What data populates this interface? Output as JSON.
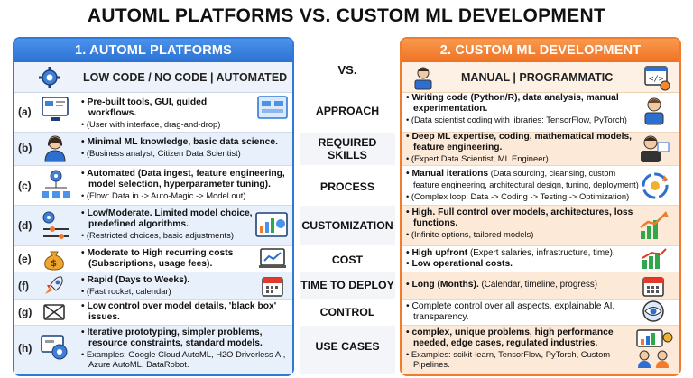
{
  "title": "AUTOML PLATFORMS VS. CUSTOM ML DEVELOPMENT",
  "vs": "VS.",
  "left": {
    "header": "1. AUTOML PLATFORMS",
    "subtitle": "LOW CODE / NO CODE | AUTOMATED",
    "rows": [
      {
        "label": "(a)",
        "main": "• Pre-built tools, GUI, guided workflows.",
        "sub": "• (User with interface, drag-and-drop)"
      },
      {
        "label": "(b)",
        "main": "• Minimal ML knowledge, basic data science.",
        "sub": "• (Business analyst, Citizen Data Scientist)"
      },
      {
        "label": "(c)",
        "main": "• Automated (Data ingest, feature engineering, model selection, hyperparameter tuning).",
        "sub": "• (Flow: Data in -> Auto-Magic -> Model out)"
      },
      {
        "label": "(d)",
        "main": "• Low/Moderate. Limited model choice, predefined algorithms.",
        "sub": "• (Restricted choices, basic adjustments)"
      },
      {
        "label": "(e)",
        "main": "• Moderate to High recurring costs (Subscriptions, usage fees).",
        "sub": ""
      },
      {
        "label": "(f)",
        "main": "• Rapid (Days to Weeks).",
        "sub": "• (Fast rocket, calendar)"
      },
      {
        "label": "(g)",
        "main": "• Low control over model details, 'black box' issues.",
        "sub": ""
      },
      {
        "label": "(h)",
        "main": "• Iterative prototyping, simpler problems, resource constraints, standard models.",
        "sub": "• Examples: Google Cloud AutoML, H2O Driverless AI, Azure AutoML, DataRobot."
      }
    ]
  },
  "middle": [
    "APPROACH",
    "REQUIRED SKILLS",
    "PROCESS",
    "CUSTOMIZATION",
    "COST",
    "TIME TO DEPLOY",
    "CONTROL",
    "USE CASES"
  ],
  "right": {
    "header": "2. CUSTOM ML DEVELOPMENT",
    "subtitle": "MANUAL | PROGRAMMATIC",
    "rows": [
      {
        "main": "• Writing code (Python/R), data analysis, manual experimentation.",
        "sub": "• (Data scientist coding with libraries: TensorFlow, PyTorch)"
      },
      {
        "main": "• Deep ML expertise, coding, mathematical models, feature engineering.",
        "sub": "• (Expert Data Scientist, ML Engineer)"
      },
      {
        "main": "• Manual iterations",
        "sub2": " (Data sourcing, cleansing, custom feature engineering, architectural design, tuning, deployment)",
        "sub": "• (Complex loop: Data -> Coding -> Testing -> Optimization)"
      },
      {
        "main": "• High. Full control over models, architectures, loss functions.",
        "sub": "• (Infinite options, tailored models)"
      },
      {
        "main": "• High upfront",
        "sub2": " (Expert salaries, infrastructure, time).",
        "main2": "• Low operational costs."
      },
      {
        "main": "• Long (Months).",
        "sub2": " (Calendar, timeline, progress)"
      },
      {
        "main": "• Complete control over all aspects, explainable AI, transparency."
      },
      {
        "main": "• complex, unique problems, high performance needed, edge cases, regulated industries.",
        "sub": "• Examples: scikit-learn, TensorFlow, PyTorch, Custom Pipelines."
      }
    ]
  },
  "colors": {
    "left_accent": "#2f79d9",
    "right_accent": "#f07b2d"
  }
}
